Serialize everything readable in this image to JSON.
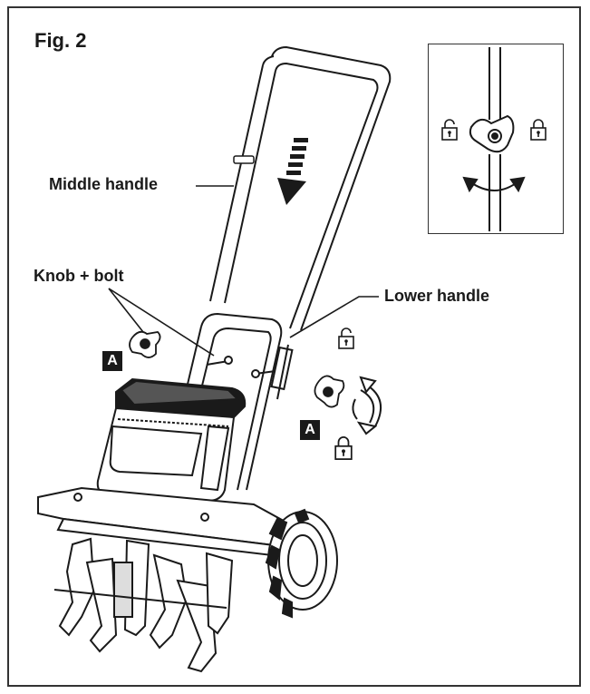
{
  "figure": {
    "title": "Fig. 2"
  },
  "labels": {
    "middle_handle": "Middle handle",
    "knob_bolt": "Knob + bolt",
    "lower_handle": "Lower handle"
  },
  "badges": {
    "left": "A",
    "right": "A"
  },
  "icons": {
    "lock_closed": "lock-closed-icon",
    "lock_open": "lock-open-icon",
    "rotate_arrow": "rotate-arrow-icon",
    "direction_arrow": "down-arrow-icon"
  },
  "colors": {
    "line": "#1a1a1a",
    "background": "#ffffff"
  }
}
